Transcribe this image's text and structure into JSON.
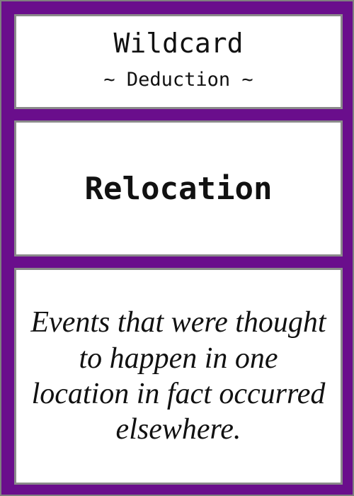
{
  "card": {
    "type": "Wildcard",
    "subtype": "~ Deduction ~",
    "name": "Relocation",
    "description": "Events that were thought to happen in one location in fact occurred elsewhere."
  },
  "colors": {
    "frame": "#6a0e8c",
    "panel": "#ffffff",
    "panel_border": "#8a8a8a",
    "text": "#111111"
  }
}
